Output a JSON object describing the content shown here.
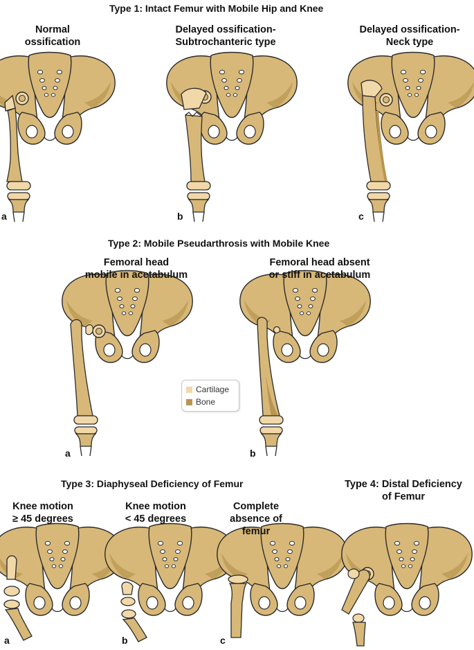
{
  "colors": {
    "bone": "#d8b878",
    "bone_shade": "#b89550",
    "cartilage": "#f1d8a8",
    "outline": "#2a2a2a"
  },
  "sections": {
    "type1": {
      "title": "Type 1: Intact Femur with Mobile Hip and Knee",
      "panels": [
        {
          "label": "a",
          "caption": [
            "Normal",
            "ossification"
          ]
        },
        {
          "label": "b",
          "caption": [
            "Delayed ossification-",
            "Subtrochanteric type"
          ]
        },
        {
          "label": "c",
          "caption": [
            "Delayed ossification-",
            "Neck type"
          ]
        }
      ]
    },
    "type2": {
      "title": "Type 2: Mobile Pseudarthrosis with Mobile Knee",
      "panels": [
        {
          "label": "a",
          "caption": [
            "Femoral head",
            "mobile in acetabulum"
          ]
        },
        {
          "label": "b",
          "caption": [
            "Femoral head absent",
            "or stiff in acetabulum"
          ]
        }
      ]
    },
    "type3": {
      "title": "Type 3: Diaphyseal Deficiency of Femur",
      "panels": [
        {
          "label": "a",
          "caption": [
            "Knee motion",
            "≥ 45 degrees"
          ]
        },
        {
          "label": "b",
          "caption": [
            "Knee motion",
            "< 45 degrees"
          ]
        },
        {
          "label": "c",
          "caption": [
            "Complete",
            "absence of",
            "femur"
          ]
        }
      ]
    },
    "type4": {
      "title": [
        "Type 4: Distal Deficiency",
        "of Femur"
      ]
    }
  },
  "legend": {
    "items": [
      {
        "label": "Cartilage",
        "color": "#f1d8a8"
      },
      {
        "label": "Bone",
        "color": "#b89550"
      }
    ]
  }
}
